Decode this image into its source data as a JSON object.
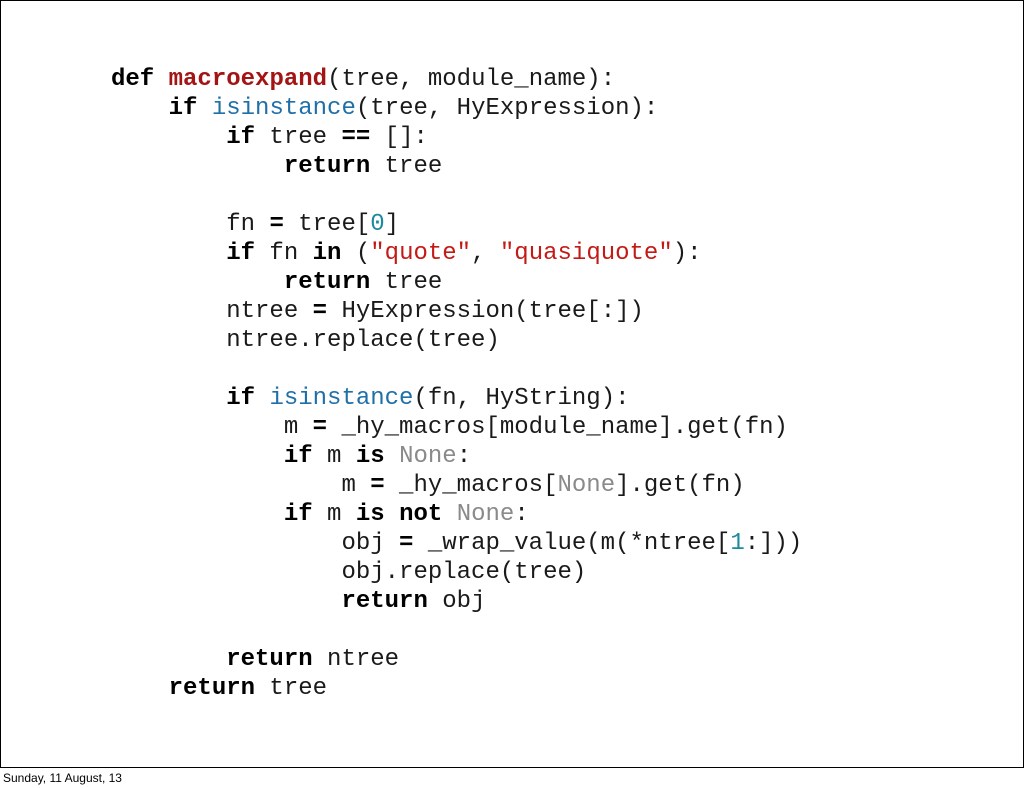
{
  "code": {
    "language": "python",
    "colors": {
      "keyword": "#000000",
      "function_name": "#a31515",
      "builtin": "#1f6fa8",
      "string": "#c41a16",
      "number": "#1c8a9e",
      "none": "#8a8a8a"
    },
    "lines": [
      [
        {
          "t": "def",
          "c": "kw"
        },
        {
          "t": " "
        },
        {
          "t": "macroexpand",
          "c": "fname"
        },
        {
          "t": "(tree, module_name):"
        }
      ],
      [
        {
          "t": "    "
        },
        {
          "t": "if",
          "c": "kw"
        },
        {
          "t": " "
        },
        {
          "t": "isinstance",
          "c": "bi"
        },
        {
          "t": "(tree, HyExpression):"
        }
      ],
      [
        {
          "t": "        "
        },
        {
          "t": "if",
          "c": "kw"
        },
        {
          "t": " tree "
        },
        {
          "t": "==",
          "c": "op"
        },
        {
          "t": " []:"
        }
      ],
      [
        {
          "t": "            "
        },
        {
          "t": "return",
          "c": "kw"
        },
        {
          "t": " tree"
        }
      ],
      [],
      [
        {
          "t": "        fn "
        },
        {
          "t": "=",
          "c": "op"
        },
        {
          "t": " tree["
        },
        {
          "t": "0",
          "c": "num"
        },
        {
          "t": "]"
        }
      ],
      [
        {
          "t": "        "
        },
        {
          "t": "if",
          "c": "kw"
        },
        {
          "t": " fn "
        },
        {
          "t": "in",
          "c": "kw"
        },
        {
          "t": " ("
        },
        {
          "t": "\"quote\"",
          "c": "str"
        },
        {
          "t": ", "
        },
        {
          "t": "\"quasiquote\"",
          "c": "str"
        },
        {
          "t": "):"
        }
      ],
      [
        {
          "t": "            "
        },
        {
          "t": "return",
          "c": "kw"
        },
        {
          "t": " tree"
        }
      ],
      [
        {
          "t": "        ntree "
        },
        {
          "t": "=",
          "c": "op"
        },
        {
          "t": " HyExpression(tree[:])"
        }
      ],
      [
        {
          "t": "        ntree.replace(tree)"
        }
      ],
      [],
      [
        {
          "t": "        "
        },
        {
          "t": "if",
          "c": "kw"
        },
        {
          "t": " "
        },
        {
          "t": "isinstance",
          "c": "bi"
        },
        {
          "t": "(fn, HyString):"
        }
      ],
      [
        {
          "t": "            m "
        },
        {
          "t": "=",
          "c": "op"
        },
        {
          "t": " _hy_macros[module_name].get(fn)"
        }
      ],
      [
        {
          "t": "            "
        },
        {
          "t": "if",
          "c": "kw"
        },
        {
          "t": " m "
        },
        {
          "t": "is",
          "c": "kw"
        },
        {
          "t": " "
        },
        {
          "t": "None",
          "c": "none"
        },
        {
          "t": ":"
        }
      ],
      [
        {
          "t": "                m "
        },
        {
          "t": "=",
          "c": "op"
        },
        {
          "t": " _hy_macros["
        },
        {
          "t": "None",
          "c": "none"
        },
        {
          "t": "].get(fn)"
        }
      ],
      [
        {
          "t": "            "
        },
        {
          "t": "if",
          "c": "kw"
        },
        {
          "t": " m "
        },
        {
          "t": "is",
          "c": "kw"
        },
        {
          "t": " "
        },
        {
          "t": "not",
          "c": "kw"
        },
        {
          "t": " "
        },
        {
          "t": "None",
          "c": "none"
        },
        {
          "t": ":"
        }
      ],
      [
        {
          "t": "                obj "
        },
        {
          "t": "=",
          "c": "op"
        },
        {
          "t": " _wrap_value(m(*ntree["
        },
        {
          "t": "1",
          "c": "num"
        },
        {
          "t": ":]))"
        }
      ],
      [
        {
          "t": "                obj.replace(tree)"
        }
      ],
      [
        {
          "t": "                "
        },
        {
          "t": "return",
          "c": "kw"
        },
        {
          "t": " obj"
        }
      ],
      [],
      [
        {
          "t": "        "
        },
        {
          "t": "return",
          "c": "kw"
        },
        {
          "t": " ntree"
        }
      ],
      [
        {
          "t": "    "
        },
        {
          "t": "return",
          "c": "kw"
        },
        {
          "t": " tree"
        }
      ]
    ]
  },
  "footer": {
    "date": "Sunday, 11 August, 13"
  }
}
